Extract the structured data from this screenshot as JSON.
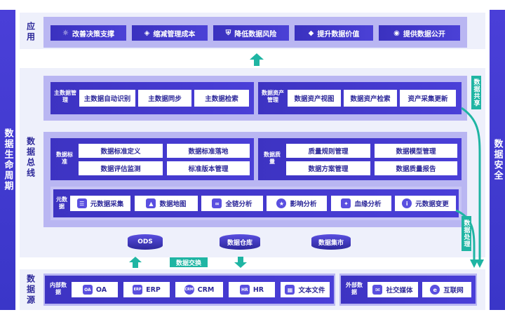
{
  "left_sidebar": {
    "label": "数据生命周期"
  },
  "right_sidebar": {
    "label": "数据安全"
  },
  "app_layer": {
    "label": "应用",
    "items": [
      {
        "icon": "lightbulb-icon",
        "label": "改善决策支撑"
      },
      {
        "icon": "piggy-bank-icon",
        "label": "缩减管理成本"
      },
      {
        "icon": "shield-icon",
        "label": "降低数据风险"
      },
      {
        "icon": "diamond-icon",
        "label": "提升数据价值"
      },
      {
        "icon": "eye-icon",
        "label": "提供数据公开"
      }
    ]
  },
  "bus_layer": {
    "label": "数据总线",
    "master_data": {
      "label": "主数据管理",
      "items": [
        "主数据自动识别",
        "主数据同步",
        "主数据检索"
      ]
    },
    "asset": {
      "label": "数据资产管理",
      "items": [
        "数据资产视图",
        "数据资产检索",
        "资产采集更新"
      ]
    },
    "standard": {
      "label": "数据标准",
      "items": [
        "数据标准定义",
        "数据标准落地",
        "数据评估监测",
        "标准版本管理"
      ]
    },
    "quality": {
      "label": "数据质量",
      "items": [
        "质量规则管理",
        "数据模型管理",
        "数据方案管理",
        "数据质量报告"
      ]
    },
    "meta": {
      "label": "元数据",
      "items": [
        {
          "icon": "database-icon",
          "label": "元数据采集"
        },
        {
          "icon": "map-icon",
          "label": "数据地图"
        },
        {
          "icon": "link-icon",
          "label": "全链分析"
        },
        {
          "icon": "medal-icon",
          "label": "影响分析"
        },
        {
          "icon": "lineage-icon",
          "label": "血缘分析"
        },
        {
          "icon": "info-icon",
          "label": "元数据变更"
        }
      ]
    },
    "stores": [
      "ODS",
      "数据仓库",
      "数据集市"
    ],
    "exchange": "数据交换",
    "share": "数据共享",
    "process": "数据处理"
  },
  "source_layer": {
    "label": "数据源",
    "internal": {
      "label": "内部数据",
      "items": [
        {
          "icon": "OA",
          "label": "OA"
        },
        {
          "icon": "ERP",
          "label": "ERP"
        },
        {
          "icon": "CRM",
          "label": "CRM"
        },
        {
          "icon": "HR",
          "label": "HR"
        },
        {
          "icon": "doc-icon",
          "label": "文本文件"
        }
      ]
    },
    "external": {
      "label": "外部数据",
      "items": [
        {
          "icon": "social-icon",
          "label": "社交媒体"
        },
        {
          "icon": "ie-icon",
          "label": "互联网"
        }
      ]
    }
  },
  "colors": {
    "primary": "#4a3fd8",
    "band": "#b9b6f2",
    "accent": "#1fb5a3",
    "text": "#2e2a9a"
  }
}
